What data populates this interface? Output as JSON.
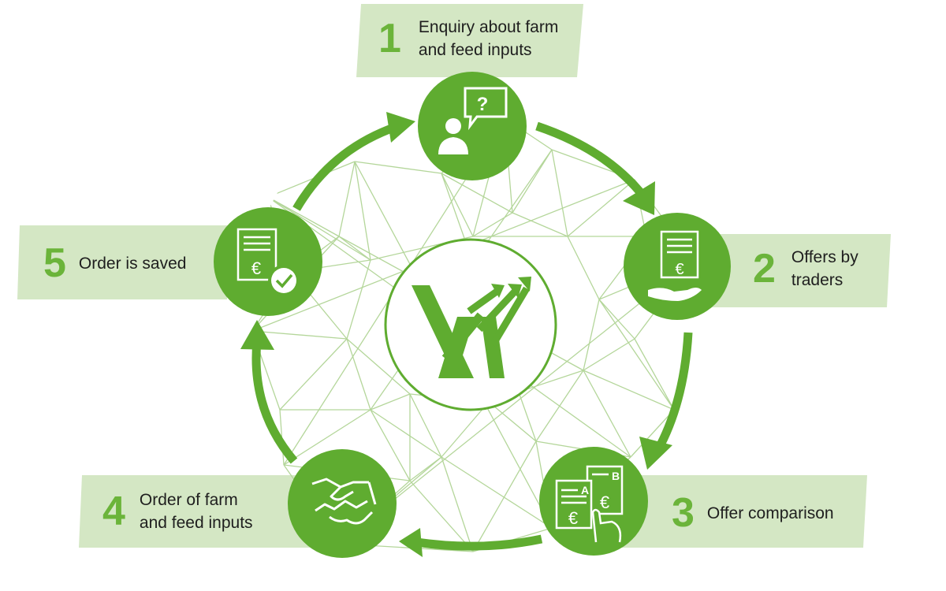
{
  "colors": {
    "accent": "#5fac30",
    "label_background": "#d4e7c4",
    "network_lines": "#b4d69a",
    "number": "#6bb43a",
    "text": "#1e1e1e"
  },
  "center": {
    "icon": "agrarx-logo-icon"
  },
  "steps": [
    {
      "number": "1",
      "line1": "Enquiry about farm",
      "line2": "and feed inputs",
      "icon": "question-person-icon"
    },
    {
      "number": "2",
      "line1": "Offers by",
      "line2": "traders",
      "icon": "offer-in-hand-icon"
    },
    {
      "number": "3",
      "line1": "Offer comparison",
      "line2": "",
      "icon": "compare-offers-icon"
    },
    {
      "number": "4",
      "line1": "Order of farm",
      "line2": "and feed inputs",
      "icon": "handshake-icon"
    },
    {
      "number": "5",
      "line1": "Order is saved",
      "line2": "",
      "icon": "saved-document-icon"
    }
  ]
}
